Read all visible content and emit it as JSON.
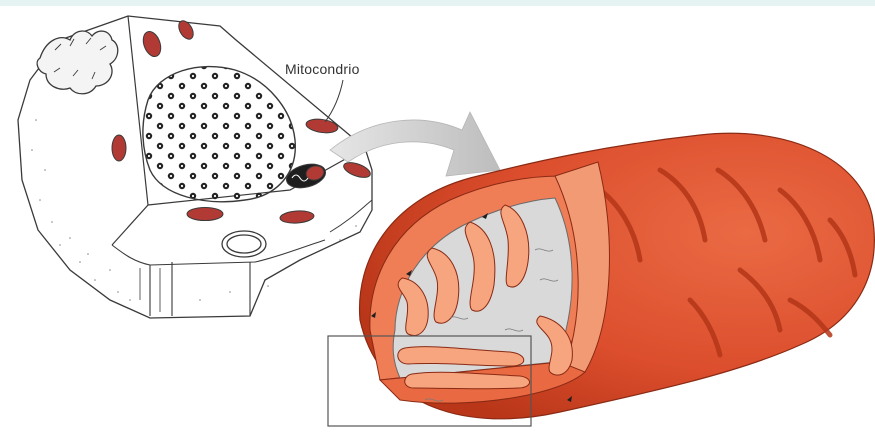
{
  "diagram": {
    "label_mitochondrion": "Mitocondrio",
    "colors": {
      "outer_membrane": "#e0532f",
      "outer_dark": "#c73b20",
      "inner_membrane": "#f08a60",
      "cristae": "#f5a07a",
      "matrix": "#dcdcdc",
      "ink": "#3a3a3a",
      "arrow": "#c8c8c8"
    },
    "icons": [
      "cell-illustration",
      "nucleus",
      "mitochondria",
      "curved-arrow",
      "mitochondrion-cutaway",
      "zoom-box"
    ]
  }
}
